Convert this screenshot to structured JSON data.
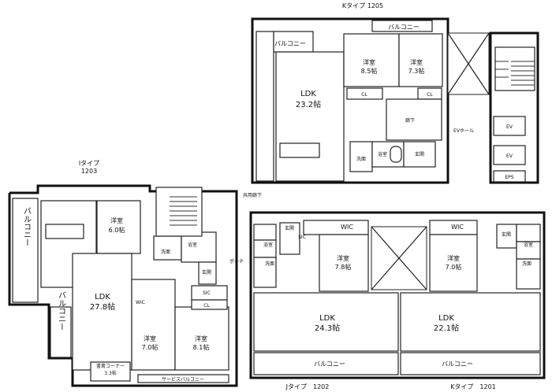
{
  "units": {
    "k1205": {
      "title": "Kタイプ 1205"
    },
    "i1203": {
      "type": "Iタイプ",
      "number": "1203"
    },
    "j1202": {
      "title": "Jタイプ　1202"
    },
    "k1201": {
      "title": "Kタイプ　1201"
    }
  },
  "common": {
    "corridor": "共用廊下",
    "ev_hall": "EVホール",
    "ev": "EV",
    "eps": "EPS",
    "porch": "ポーチ"
  },
  "k1205": {
    "balcony_top": "バルコニー",
    "balcony_left": "バルコニー",
    "ldk": "LDK",
    "ldk_size": "23.2帖",
    "room1": "洋室",
    "room1_size": "8.5帖",
    "room2": "洋室",
    "room2_size": "7.3帖",
    "cl": "CL",
    "hall": "廊下",
    "washroom": "洗面",
    "bath": "浴室",
    "entrance": "玄関"
  },
  "i1203": {
    "balcony_left": "バルコニー",
    "balcony_lower": "バルコニー",
    "room1": "洋室",
    "room1_size": "6.0帖",
    "ldk": "LDK",
    "ldk_size": "27.8帖",
    "room2": "洋室",
    "room2_size": "7.0帖",
    "room3": "洋室",
    "room3_size": "8.1帖",
    "washroom": "洗面",
    "bath": "浴室",
    "entrance": "玄関",
    "sic": "SIC",
    "cl": "CL",
    "wic": "WIC",
    "study": "書斎コーナー",
    "study_size": "3.3帖",
    "service_balcony": "サービスバルコニー"
  },
  "j1202": {
    "ldk": "LDK",
    "ldk_size": "24.3帖",
    "room": "洋室",
    "room_size": "7.8帖",
    "wic": "WIC",
    "bath": "浴室",
    "washroom": "洗面",
    "entrance": "玄関",
    "sic": "SIC",
    "balcony": "バルコニー"
  },
  "k1201": {
    "ldk": "LDK",
    "ldk_size": "22.1帖",
    "room": "洋室",
    "room_size": "7.0帖",
    "wic": "WIC",
    "bath": "浴室",
    "washroom": "洗面",
    "entrance": "玄関",
    "balcony": "バルコニー"
  }
}
